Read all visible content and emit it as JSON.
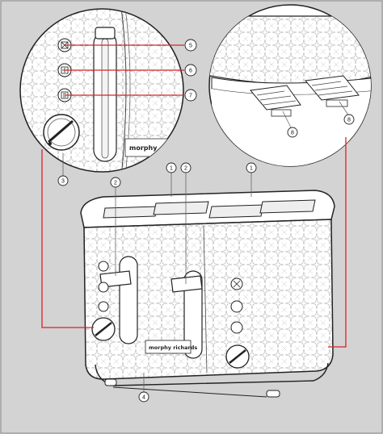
{
  "figure": {
    "brand_label": "morphy richards",
    "brand_label_short": "morphy",
    "accent_color": "#d8232a",
    "background_color": "#d3d3d3",
    "line_color": "#222222"
  },
  "callouts": {
    "slot_left": "1",
    "slot_right": "1",
    "lever_left": "2",
    "lever_right": "2",
    "browning_dial": "3",
    "base": "4",
    "cancel_button": "5",
    "defrost_button": "6",
    "reheat_button": "7",
    "crumb_tray_left": "8",
    "crumb_tray_right": "8"
  },
  "icons": {
    "cancel": "cancel-icon",
    "defrost": "defrost-icon",
    "reheat": "reheat-icon",
    "dial": "browning-dial-icon"
  }
}
